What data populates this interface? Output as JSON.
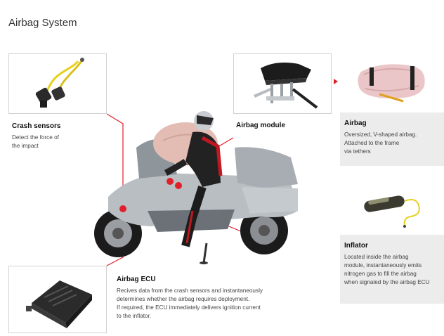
{
  "title": "Airbag System",
  "crash_sensors": {
    "heading": "Crash sensors",
    "description": [
      "Detect the force of",
      "the impact"
    ]
  },
  "airbag_module": {
    "heading": "Airbag module"
  },
  "airbag": {
    "heading": "Airbag",
    "description": [
      "Oversized, V-shaped airbag.",
      "Attached to the frame",
      "via tethers"
    ]
  },
  "inflator": {
    "heading": "Inflator",
    "description": [
      "Located inside the airbag",
      "module, instantaneously emits",
      "nitrogen gas to fill the airbag",
      "when signaled by the airbag ECU"
    ]
  },
  "airbag_ecu": {
    "heading": "Airbag ECU",
    "description": [
      "Recives data from the crash sensors and instantaneously",
      "determines whether the airbag requires deployment.",
      "If required, the ECU immediately delivers ignition current",
      "to the inflator."
    ]
  },
  "colors": {
    "accent": "#e0202a",
    "panel": "#ececec",
    "frame": "#d2d2d2"
  }
}
